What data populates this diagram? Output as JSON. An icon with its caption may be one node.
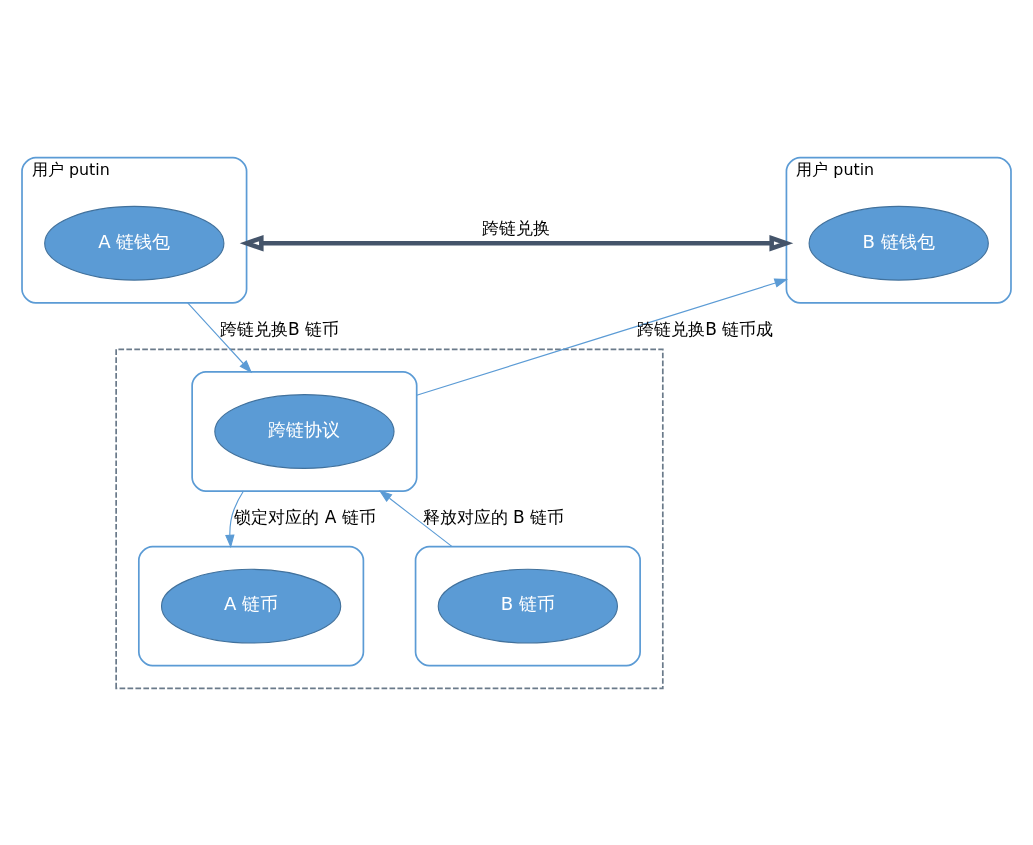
{
  "diagram": {
    "nodes": [
      {
        "text": [
          "用户 putin"
        ]
      },
      {
        "text": [
          "A 链钱包"
        ],
        "in": 0
      },
      {
        "text": [
          "用户 putin"
        ]
      },
      {
        "text": [
          "B 链钱包"
        ],
        "in": 2
      },
      {
        "text": [],
        "shape": "box"
      },
      {
        "text": [],
        "shape": "box",
        "in": 4
      },
      {
        "text": [
          "跨链协议"
        ],
        "in": 5
      },
      {
        "text": [],
        "shape": "box",
        "in": 4
      },
      {
        "text": [
          "A 链币"
        ],
        "in": 7
      },
      {
        "text": [],
        "shape": "box",
        "in": 4
      },
      {
        "text": [
          "B 链币"
        ],
        "in": 9
      }
    ],
    "edges": [
      {
        "from": 0,
        "to": 2,
        "arrow": "both",
        "label": "跨链兑换",
        "style": "thick",
        "color": "#44546a"
      },
      {
        "from": 0,
        "to": 5,
        "arrow": "to",
        "label": "跨链兑换B 链币"
      },
      {
        "from": 5,
        "to": 2,
        "arrow": "to",
        "label": "跨链兑换B 链币成"
      },
      {
        "from": 5,
        "to": 7,
        "arrow": "to",
        "label": "锁定对应的 A 链币"
      },
      {
        "from": 9,
        "to": 5,
        "arrow": "to",
        "label": "释放对应的 B 链币"
      }
    ]
  }
}
